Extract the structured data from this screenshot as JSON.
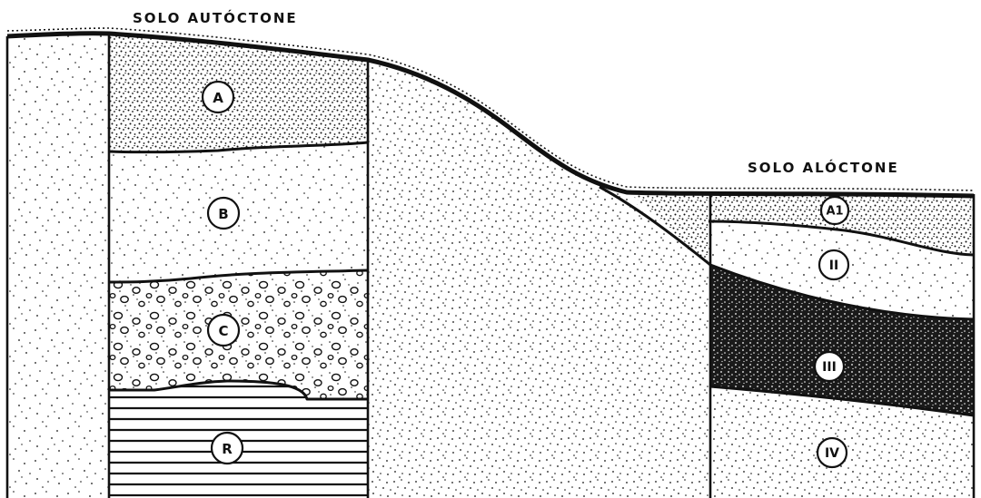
{
  "headings": {
    "autochthonous": "SOLO AUTÓCTONE",
    "allochthonous": "SOLO ALÓCTONE"
  },
  "horizons": {
    "A": "A",
    "B": "B",
    "C": "C",
    "R": "R",
    "A1": "A1",
    "II": "II",
    "III": "III",
    "IV": "IV"
  },
  "colors": {
    "ink": "#111111",
    "paper": "#ffffff"
  }
}
